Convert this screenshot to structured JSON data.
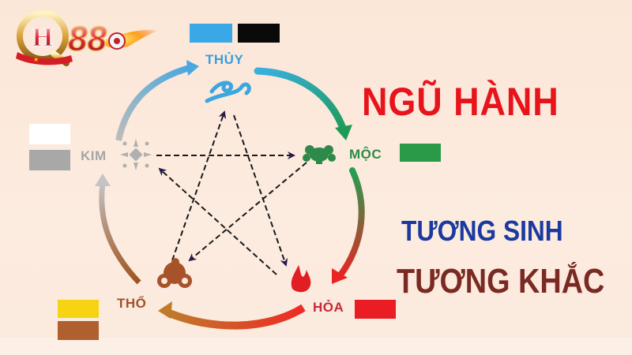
{
  "brand": {
    "logo_text": "H88",
    "logo_letter": "H",
    "logo_digits": "88"
  },
  "title": {
    "main": "NGŨ HÀNH",
    "line1": "TƯƠNG SINH",
    "line2": "TƯƠNG KHẮC"
  },
  "colors": {
    "background": "#fbe9dc",
    "title_main": "#e8141c",
    "title_line1": "#1a3aa0",
    "title_line2": "#7a2a22"
  },
  "elements": [
    {
      "id": "thuy",
      "label": "THỦY",
      "icon": "water-cloud-icon",
      "color": "#3b9fd9",
      "swatches": [
        "#3aa7e6",
        "#0a0a0a"
      ]
    },
    {
      "id": "moc",
      "label": "MỘC",
      "icon": "wood-tree-icon",
      "color": "#2e8b4a",
      "swatches": [
        "#2a9a48"
      ]
    },
    {
      "id": "hoa",
      "label": "HỎA",
      "icon": "fire-flame-icon",
      "color": "#d42a2a",
      "swatches": [
        "#ea1c24"
      ]
    },
    {
      "id": "tho",
      "label": "THỔ",
      "icon": "earth-cloud-icon",
      "color": "#a8522a",
      "swatches": [
        "#f6d414",
        "#b0602e"
      ]
    },
    {
      "id": "kim",
      "label": "KIM",
      "icon": "metal-star-icon",
      "color": "#a9a9a9",
      "swatches": [
        "#ffffff",
        "#a8a8a8"
      ]
    }
  ],
  "cycles": {
    "generating": [
      "Thủy → Mộc",
      "Mộc → Hỏa",
      "Hỏa → Thổ",
      "Thổ → Kim",
      "Kim → Thủy"
    ],
    "overcoming": [
      "Kim → Mộc",
      "Mộc → Thổ",
      "Thổ → Thủy",
      "Thủy → Hỏa",
      "Hỏa → Kim"
    ]
  }
}
